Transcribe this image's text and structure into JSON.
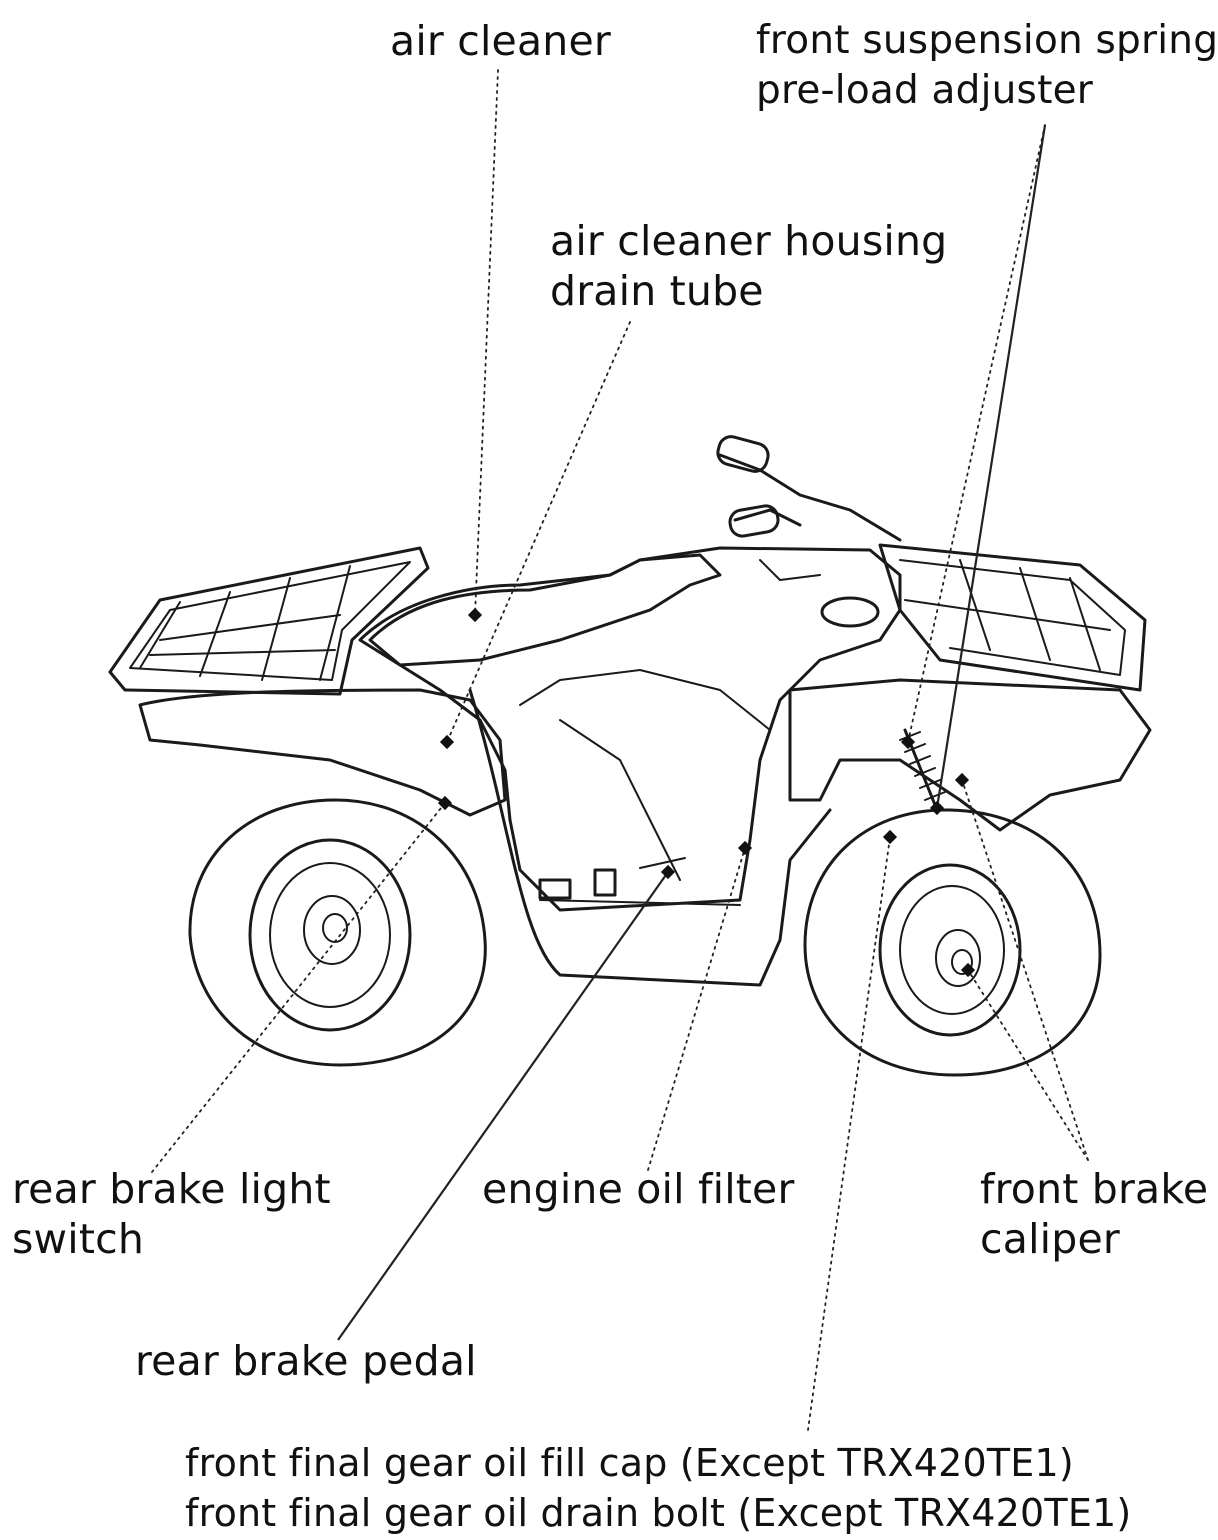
{
  "labels": {
    "air_cleaner": [
      "air cleaner"
    ],
    "front_suspension_adjuster": [
      "front suspension spring",
      "pre-load adjuster"
    ],
    "air_cleaner_housing_drain_tube": [
      "air cleaner housing",
      "drain tube"
    ],
    "rear_brake_light_switch": [
      "rear brake light",
      "switch"
    ],
    "engine_oil_filter": [
      "engine oil filter"
    ],
    "front_brake_caliper": [
      "front brake",
      "caliper"
    ],
    "rear_brake_pedal": [
      "rear brake pedal"
    ],
    "front_final_gear": [
      "front final gear oil fill cap (Except TRX420TE1)",
      "front final gear oil drain bolt (Except TRX420TE1)"
    ]
  }
}
